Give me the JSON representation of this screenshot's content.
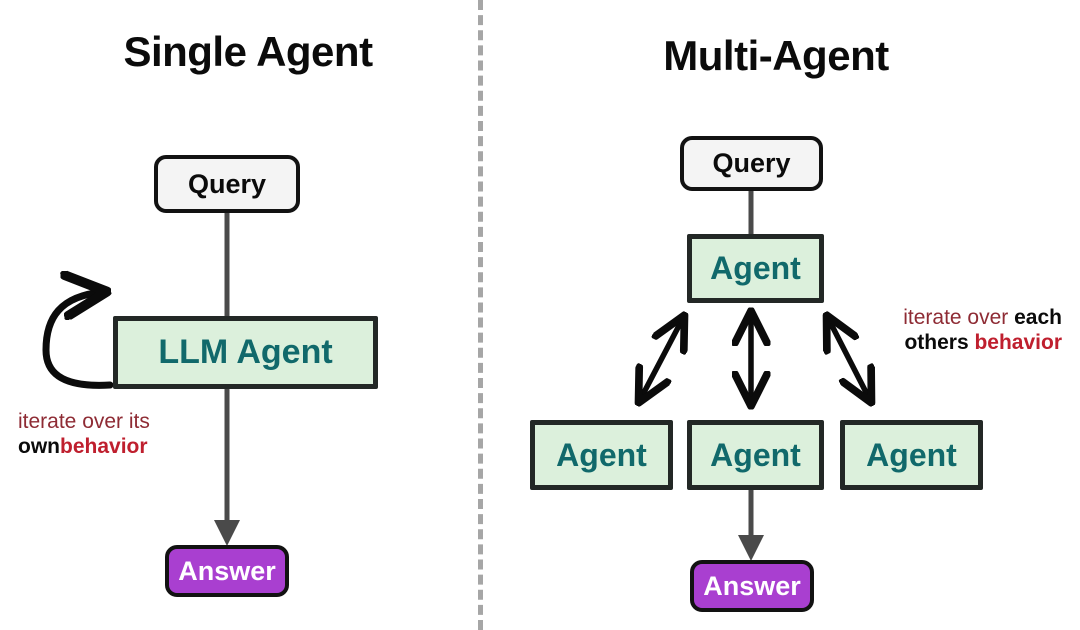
{
  "panels": {
    "left": {
      "title": "Single Agent",
      "nodes": {
        "query": "Query",
        "agent": "LLM Agent",
        "answer": "Answer"
      },
      "annotation": {
        "line1_lead": "iterate over its",
        "line2_black": "own",
        "line2_red": "behavior"
      }
    },
    "right": {
      "title": "Multi-Agent",
      "nodes": {
        "query": "Query",
        "agent_top": "Agent",
        "agent_left": "Agent",
        "agent_center": "Agent",
        "agent_right": "Agent",
        "answer": "Answer"
      },
      "annotation": {
        "line1_lead": "iterate over ",
        "line1_black": "each",
        "line2_black": "others ",
        "line2_red": "behavior"
      }
    }
  },
  "colors": {
    "agent_fill": "#dcf0dc",
    "agent_border": "#232826",
    "agent_text": "#11696b",
    "query_fill": "#f4f4f4",
    "answer_fill": "#a93fd0",
    "answer_text": "#ffffff",
    "line": "#4a4a4a",
    "arrow_black": "#0b0b0b",
    "annotation_lead": "#8e2b34",
    "annotation_red": "#bf1f2e",
    "title": "#0b0b0b",
    "divider": "#a6a6a6",
    "background": "#ffffff"
  },
  "chart_data": {
    "type": "diagram",
    "title": "Single Agent vs Multi-Agent",
    "panels": [
      {
        "name": "Single Agent",
        "nodes": [
          {
            "id": "query",
            "label": "Query",
            "kind": "input"
          },
          {
            "id": "llm_agent",
            "label": "LLM Agent",
            "kind": "agent"
          },
          {
            "id": "answer",
            "label": "Answer",
            "kind": "output"
          }
        ],
        "edges": [
          {
            "from": "query",
            "to": "llm_agent",
            "style": "plain-line"
          },
          {
            "from": "llm_agent",
            "to": "answer",
            "style": "arrow-down"
          },
          {
            "from": "llm_agent",
            "to": "llm_agent",
            "style": "self-loop",
            "label": "iterate over its own behavior"
          }
        ]
      },
      {
        "name": "Multi-Agent",
        "nodes": [
          {
            "id": "query",
            "label": "Query",
            "kind": "input"
          },
          {
            "id": "agent_top",
            "label": "Agent",
            "kind": "agent"
          },
          {
            "id": "agent_left",
            "label": "Agent",
            "kind": "agent"
          },
          {
            "id": "agent_center",
            "label": "Agent",
            "kind": "agent"
          },
          {
            "id": "agent_right",
            "label": "Agent",
            "kind": "agent"
          },
          {
            "id": "answer",
            "label": "Answer",
            "kind": "output"
          }
        ],
        "edges": [
          {
            "from": "query",
            "to": "agent_top",
            "style": "plain-line"
          },
          {
            "from": "agent_top",
            "to": "agent_left",
            "style": "double-arrow"
          },
          {
            "from": "agent_top",
            "to": "agent_center",
            "style": "double-arrow"
          },
          {
            "from": "agent_top",
            "to": "agent_right",
            "style": "double-arrow"
          },
          {
            "from": "agent_center",
            "to": "answer",
            "style": "arrow-down"
          }
        ],
        "annotation": "iterate over each others behavior"
      }
    ]
  }
}
